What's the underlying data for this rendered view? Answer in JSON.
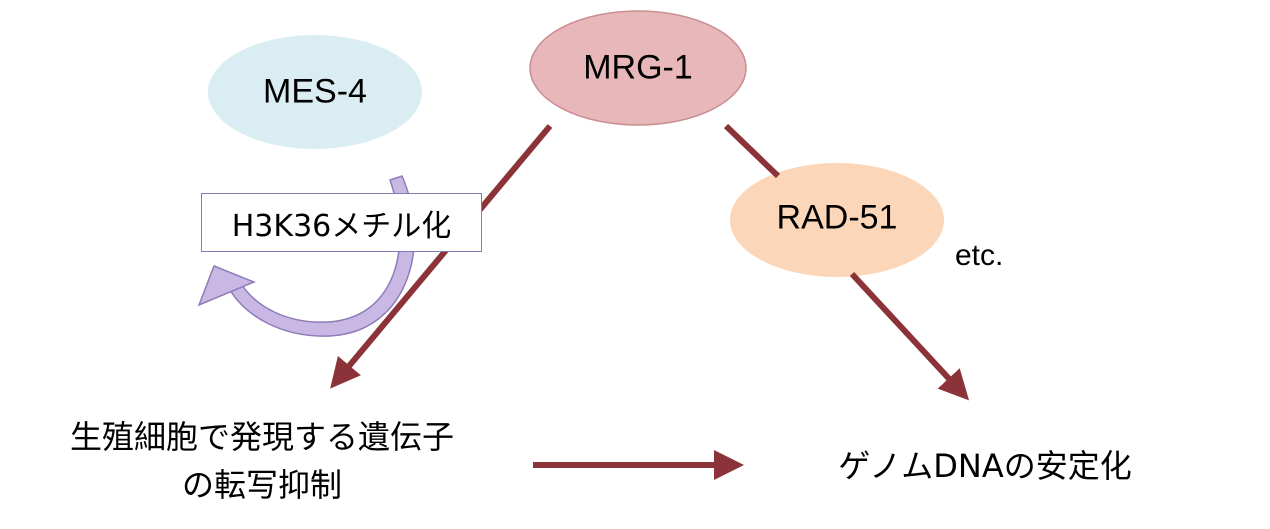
{
  "nodes": {
    "mes4": {
      "label": "MES-4",
      "color": "#d9edf2"
    },
    "mrg1": {
      "label": "MRG-1",
      "color": "#e7b7b9"
    },
    "rad51": {
      "label": "RAD-51",
      "color": "#fbd6b8"
    }
  },
  "methylation": {
    "label": "H3K36メチル化",
    "arrow_color": "#c9b8e4"
  },
  "etc": "etc.",
  "outcomes": {
    "repression_line1": "生殖細胞で発現する遺伝子",
    "repression_line2": "の転写抑制",
    "stability": "ゲノムDNAの安定化"
  },
  "colors": {
    "arrow": "#8b3338"
  }
}
